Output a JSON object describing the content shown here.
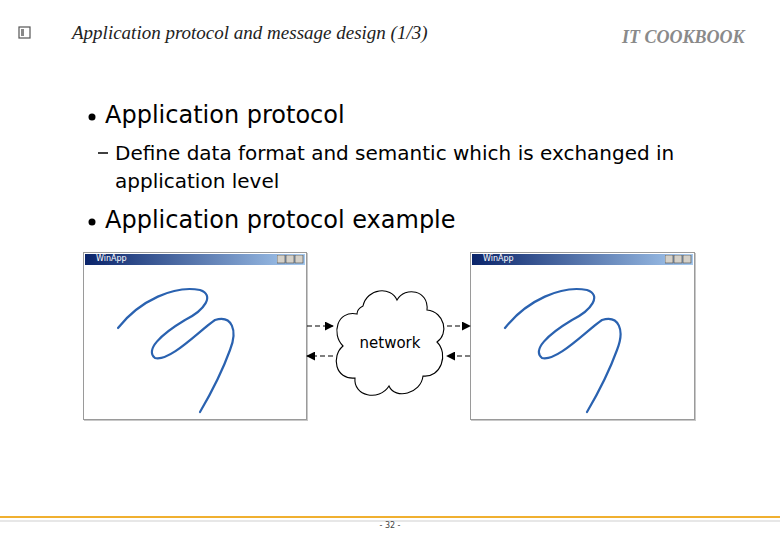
{
  "diagram": {
    "title": "Application protocol and message design (1/3)",
    "nodes": [
      {
        "text": [
          "WinApp"
        ]
      },
      {
        "text": [
          "network"
        ]
      },
      {
        "text": [
          "WinApp"
        ]
      }
    ],
    "edges": [
      {
        "from": 0,
        "to": 1,
        "arrow": "to"
      },
      {
        "from": 1,
        "to": 0,
        "arrow": "to"
      },
      {
        "from": 1,
        "to": 2,
        "arrow": "to"
      },
      {
        "from": 2,
        "to": 1,
        "arrow": "to"
      }
    ],
    "labels": [
      "IT COOKBOOK",
      "Application protocol",
      "Define data format and semantic which is exchanged in application level",
      "Application protocol example",
      "- 32 -"
    ]
  }
}
